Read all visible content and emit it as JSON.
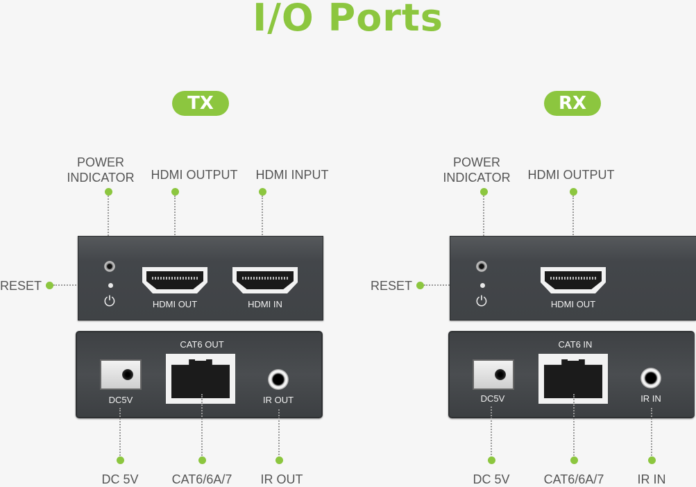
{
  "title": "I/O Ports",
  "tx": {
    "tag": "TX",
    "callouts": {
      "power_indicator_line1": "POWER",
      "power_indicator_line2": "INDICATOR",
      "hdmi_output": "HDMI OUTPUT",
      "hdmi_input": "HDMI INPUT",
      "reset": "RESET",
      "dc": "DC 5V",
      "cat": "CAT6/6A/7",
      "ir": "IR OUT"
    },
    "front_panel": {
      "hdmi_out": "HDMI OUT",
      "hdmi_in": "HDMI IN"
    },
    "back_panel": {
      "cat": "CAT6 OUT",
      "dc": "DC5V",
      "ir": "IR OUT"
    }
  },
  "rx": {
    "tag": "RX",
    "callouts": {
      "power_indicator_line1": "POWER",
      "power_indicator_line2": "INDICATOR",
      "hdmi_output": "HDMI OUTPUT",
      "reset": "RESET",
      "dc": "DC 5V",
      "cat": "CAT6/6A/7",
      "ir": "IR IN"
    },
    "front_panel": {
      "hdmi_out": "HDMI OUT"
    },
    "back_panel": {
      "cat": "CAT6 IN",
      "dc": "DC5V",
      "ir": "IR IN"
    }
  },
  "colors": {
    "accent": "#8cc63f",
    "panel": "#45484b",
    "label": "#555555"
  },
  "icons": [
    "power-icon"
  ]
}
